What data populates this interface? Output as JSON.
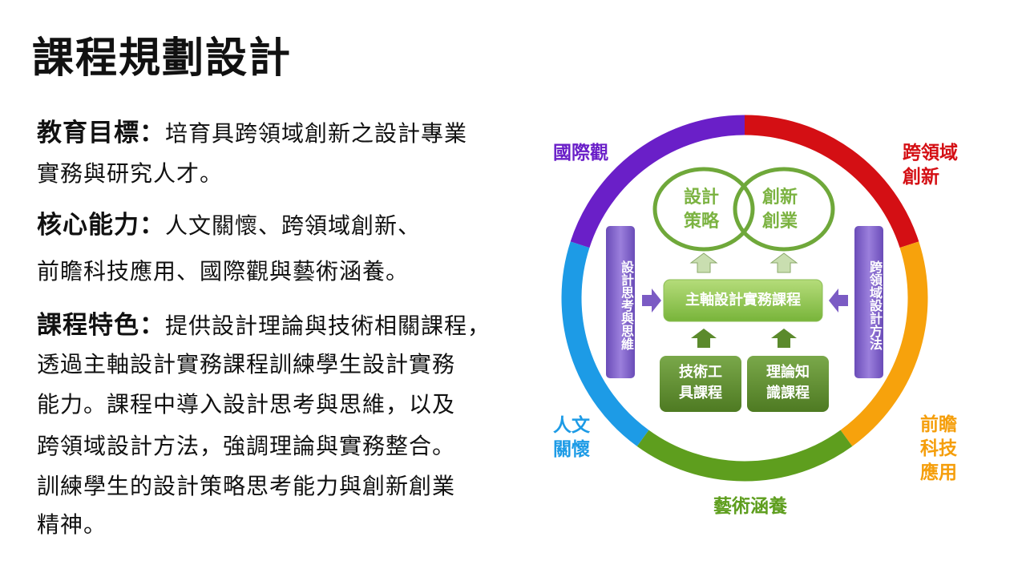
{
  "title": "課程規劃設計",
  "body": {
    "goal_label": "教育目標：",
    "goal_line1": "培育具跨領域創新之設計專業",
    "goal_line2": "實務與研究人才。",
    "core_label": "核心能力：",
    "core_line1": "人文關懷、跨領域創新、",
    "core_line2": "前瞻科技應用、國際觀與藝術涵養。",
    "feature_label": "課程特色：",
    "feature_line1": "提供設計理論與技術相關課程，",
    "feature_line2": "透過主軸設計實務課程訓練學生設計實務",
    "feature_line3": "能力。課程中導入設計思考與思維，以及",
    "feature_line4": "跨領域設計方法，強調理論與實務整合。",
    "feature_line5": "訓練學生的設計策略思考能力與創新創業",
    "feature_line6": "精神。"
  },
  "diagram": {
    "ring_labels": {
      "international": [
        "國際觀"
      ],
      "cross_domain": [
        "跨領域",
        "創新"
      ],
      "frontier_tech": [
        "前瞻",
        "科技",
        "應用"
      ],
      "arts": [
        "藝術涵養"
      ],
      "humanities": [
        "人文",
        "關懷"
      ]
    },
    "colors": {
      "red": "#d40f14",
      "orange": "#f7a20c",
      "green": "#5e9e1e",
      "blue": "#1d9be6",
      "purple": "#6a1fc8",
      "light_green": "#8bc34a",
      "dark_green": "#5b8a2c",
      "violet": "#7b5bc4"
    },
    "circle_left": [
      "設計",
      "策略"
    ],
    "circle_right": [
      "創新",
      "創業"
    ],
    "main_course": "主軸設計實務課程",
    "tech_course": [
      "技術工",
      "具課程"
    ],
    "theory_course": [
      "理論知",
      "識課程"
    ],
    "left_bar": "設計思考與思維",
    "right_bar": "跨領域設計方法"
  }
}
